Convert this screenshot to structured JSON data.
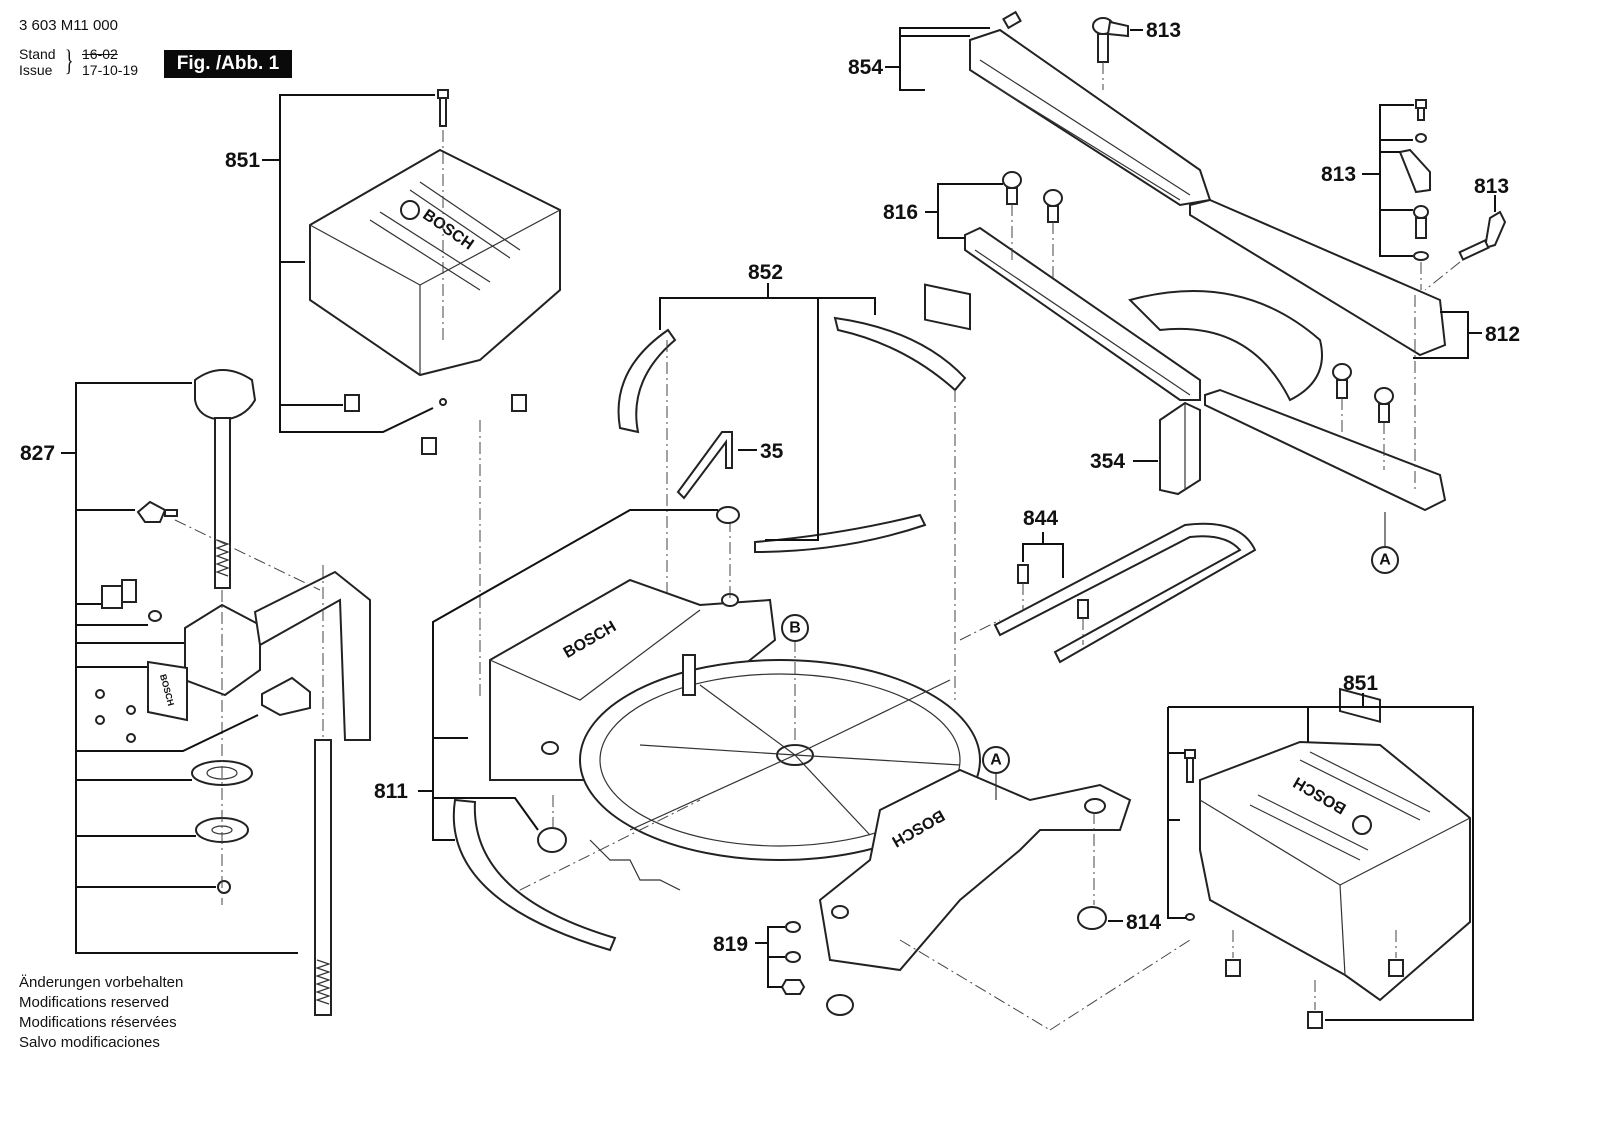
{
  "header": {
    "part_number": "3 603 M11 000",
    "stand_label": "Stand",
    "issue_label": "Issue",
    "old_date": "16-02",
    "issue_date": "17-10-19",
    "figure_label": "Fig. /Abb. 1"
  },
  "footer": {
    "lines": [
      "Änderungen vorbehalten",
      "Modifications reserved",
      "Modifications réservées",
      "Salvo modificaciones"
    ]
  },
  "callouts": {
    "c854": "854",
    "c813_top": "813",
    "c851_top": "851",
    "c813_mid": "813",
    "c813_right": "813",
    "c816": "816",
    "c852": "852",
    "c812": "812",
    "c35": "35",
    "c354": "354",
    "c827": "827",
    "c844": "844",
    "c811": "811",
    "c851_bottom": "851",
    "c814": "814",
    "c819": "819"
  },
  "reference_marks": {
    "a_right": "A",
    "a_base": "A",
    "b_base": "B"
  },
  "brand_marks": {
    "cover_top": "BOSCH",
    "cover_bottom": "BOSCH",
    "base_left": "BOSCH",
    "base_right": "BOSCH",
    "plate": "BOSCH"
  }
}
